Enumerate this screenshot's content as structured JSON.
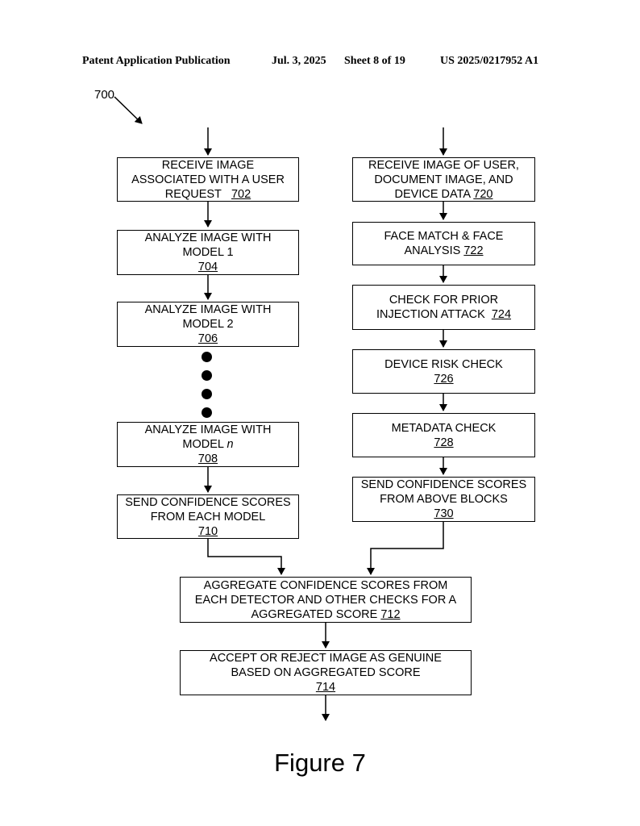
{
  "header": {
    "publication": "Patent Application Publication",
    "date": "Jul. 3, 2025",
    "sheet": "Sheet 8 of 19",
    "number": "US 2025/0217952 A1"
  },
  "figure_ref": "700",
  "left_column": [
    {
      "line1": "RECEIVE IMAGE",
      "line2": "ASSOCIATED WITH A USER",
      "line3": "REQUEST",
      "ref": "702"
    },
    {
      "line1": "ANALYZE IMAGE WITH",
      "line2": "MODEL 1",
      "ref": "704"
    },
    {
      "line1": "ANALYZE IMAGE WITH",
      "line2": "MODEL 2",
      "ref": "706"
    },
    {
      "line1": "ANALYZE IMAGE WITH",
      "line2": "MODEL",
      "line2_italic": "n",
      "ref": "708"
    },
    {
      "line1": "SEND CONFIDENCE SCORES",
      "line2": "FROM EACH MODEL",
      "ref": "710"
    }
  ],
  "right_column": [
    {
      "line1": "RECEIVE IMAGE OF USER,",
      "line2": "DOCUMENT IMAGE, AND",
      "line3": "DEVICE DATA",
      "ref": "720"
    },
    {
      "line1": "FACE MATCH & FACE",
      "line2": "ANALYSIS",
      "ref": "722"
    },
    {
      "line1": "CHECK FOR PRIOR",
      "line2": "INJECTION ATTACK",
      "ref": "724"
    },
    {
      "line1": "DEVICE RISK CHECK",
      "ref": "726"
    },
    {
      "line1": "METADATA CHECK",
      "ref": "728"
    },
    {
      "line1": "SEND CONFIDENCE SCORES",
      "line2": "FROM ABOVE BLOCKS",
      "ref": "730"
    }
  ],
  "bottom": [
    {
      "line1": "AGGREGATE CONFIDENCE SCORES FROM",
      "line2": "EACH DETECTOR AND OTHER CHECKS FOR A",
      "line3": "AGGREGATED SCORE",
      "ref": "712"
    },
    {
      "line1": "ACCEPT OR REJECT IMAGE AS GENUINE",
      "line2": "BASED ON AGGREGATED SCORE",
      "ref": "714"
    }
  ],
  "figure_caption": "Figure 7"
}
